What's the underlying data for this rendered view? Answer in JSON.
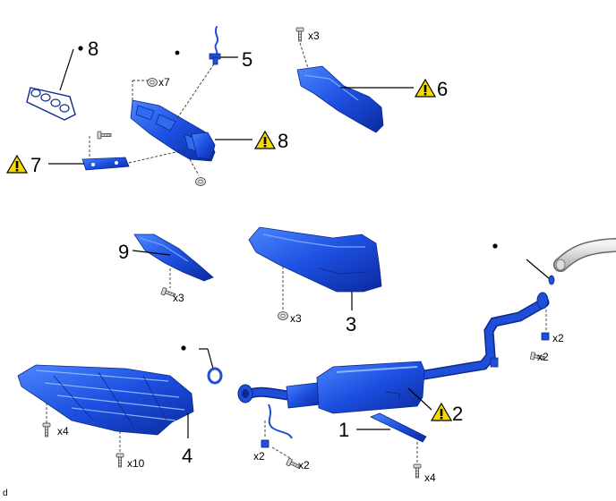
{
  "callouts": {
    "c8_gasket": "8",
    "c5": "5",
    "c6": "6",
    "c8_manifold": "8",
    "c7": "7",
    "c9": "9",
    "c3": "3",
    "c2": "2",
    "c1": "1",
    "c4": "4"
  },
  "quantities": {
    "q_bolt_top": "x3",
    "q_nut_x7": "x7",
    "q_bolt_9": "x3",
    "q_nut_3": "x3",
    "q_clamp_r1": "x2",
    "q_bolt_r2": "x2",
    "q_bolt_4a": "x4",
    "q_bolt_4b": "x10",
    "q_clamp_l": "x2",
    "q_bolt_l": "x2",
    "q_bolt_1": "x4"
  },
  "figure_code": "d",
  "colors": {
    "part_blue": "#1f4fd8",
    "warning_yellow": "#f5d800",
    "gray_pipe": "#d0d0d0"
  },
  "icons": {
    "warning": "warning-triangle-icon",
    "non_reusable": "bullet-dot-icon"
  }
}
